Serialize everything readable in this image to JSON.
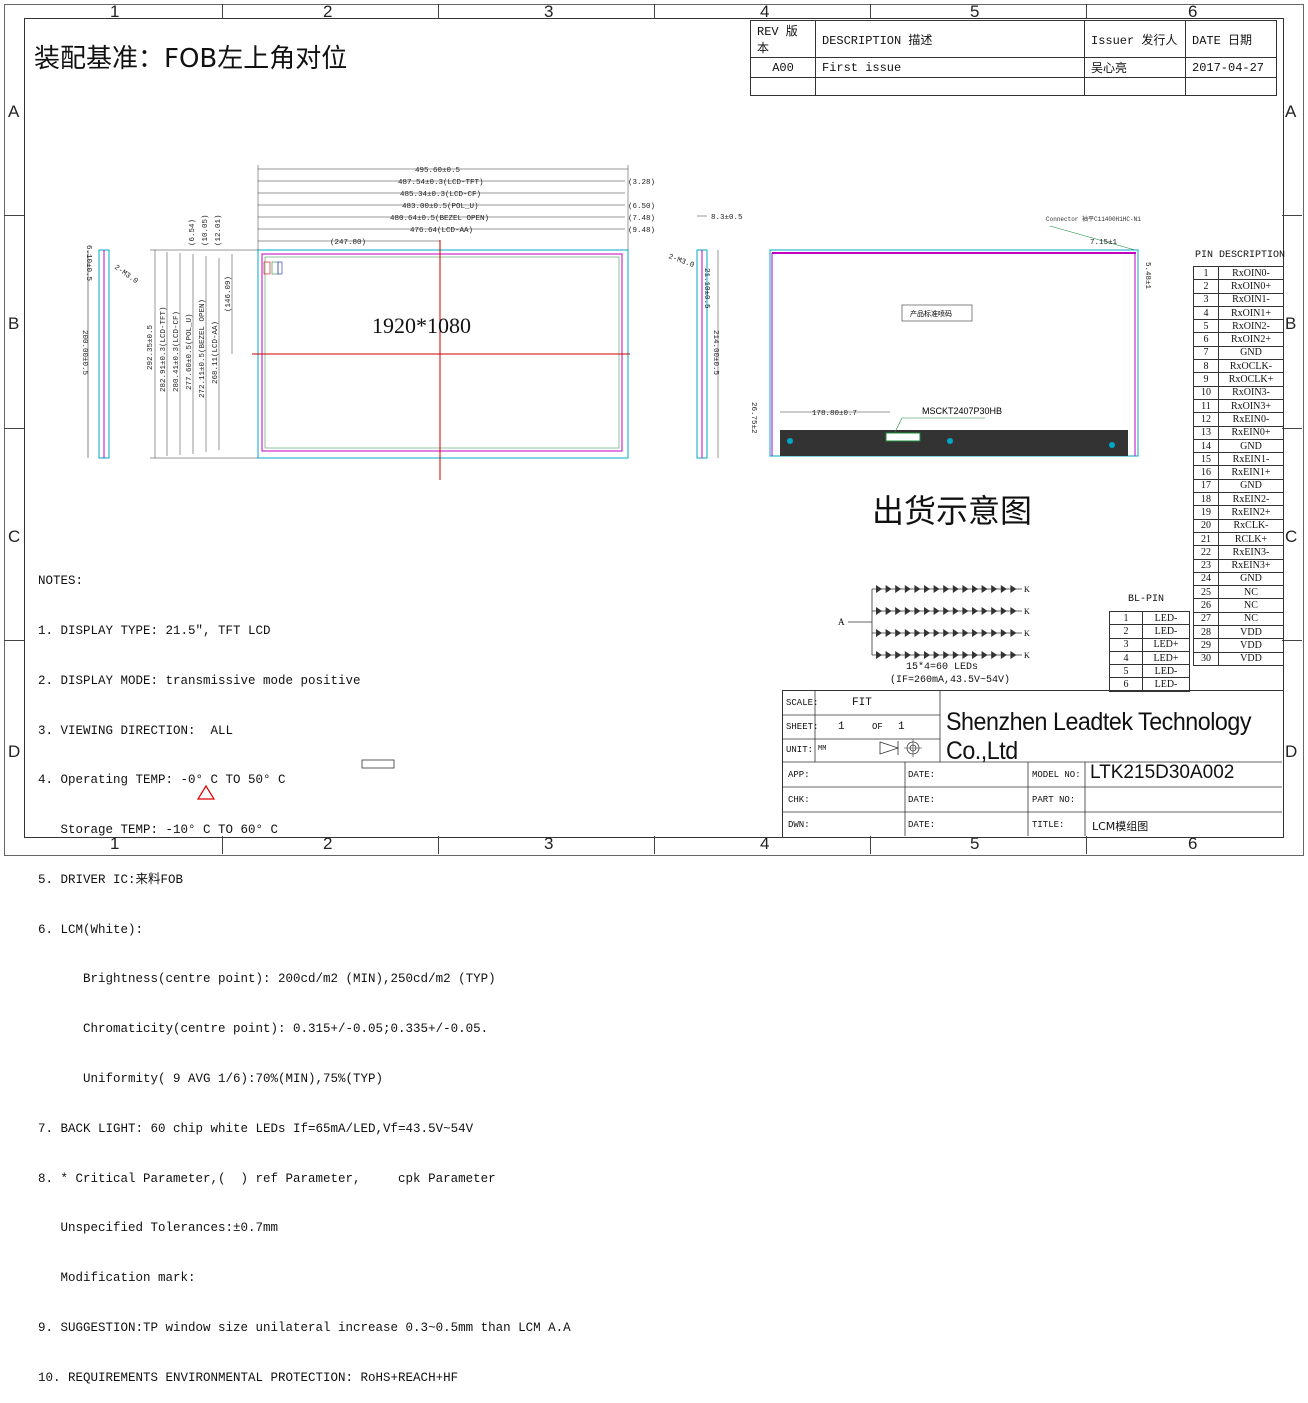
{
  "drawing": {
    "title_cn": "装配基准：FOB左上角对位",
    "resolution_label": "1920*1080",
    "shipping_label": "出货示意图",
    "connector_note": "Connector 袖平C11400H1HC-N1",
    "connector_part": "MSCKT2407P30HB",
    "barcode_label": "产品标准喷码",
    "led_count": "15*4=60 LEDs",
    "led_params": "(IF=260mA,43.5V~54V)",
    "led_anode": "A",
    "led_cathode": "K",
    "zone_cols": [
      "1",
      "2",
      "3",
      "4",
      "5",
      "6"
    ],
    "zone_rows": [
      "A",
      "B",
      "C",
      "D"
    ]
  },
  "front_dims": {
    "horizontal": [
      "495.60±0.5",
      "487.54±0.3(LCD-TFT)",
      "485.34±0.3(LCD-CF)",
      "483.00±0.5(POL_U)",
      "480.64±0.5(BEZEL OPEN)",
      "476.64(LCD-AA)"
    ],
    "right_refs": [
      "(3.28)",
      "(6.50)",
      "(7.48)",
      "(9.48)"
    ],
    "center_ref": "(247.80)",
    "vertical": [
      "292.35±0.5",
      "282.91±0.3(LCD-TFT)",
      "280.41±0.3(LCD-CF)",
      "277.60±0.5(POL_U)",
      "272.11±0.5(BEZEL OPEN)",
      "268.11(LCD-AA)"
    ],
    "top_refs": [
      "(12.01)",
      "(10.05)",
      "(6.54)"
    ],
    "mid_ref": "(146.09)"
  },
  "side_dims": {
    "left_thickness": "6.10±0.5",
    "left_hole": "2-M3.0",
    "left_height": "200.00±0.5",
    "right_thickness": "8.3±0.5",
    "right_hole": "2-M3.0",
    "right_a": "21.10±0.5",
    "right_b": "214.00±0.5"
  },
  "back_dims": {
    "conn_x": "7.15±1",
    "conn_y": "5.48±1",
    "conn_pos": "178.80±0.7",
    "conn_height": "26.75±2"
  },
  "revision": {
    "headers": [
      "REV 版本",
      "DESCRIPTION 描述",
      "Issuer 发行人",
      "DATE  日期"
    ],
    "row": [
      "A00",
      "First issue",
      "吴心亮",
      "2017-04-27"
    ]
  },
  "notes": [
    "NOTES:",
    "1. DISPLAY TYPE: 21.5″, TFT LCD",
    "2. DISPLAY MODE: transmissive mode positive",
    "3. VIEWING DIRECTION:  ALL",
    "4. Operating TEMP: -0° C TO 50° C",
    "   Storage TEMP: -10° C TO 60° C",
    "5. DRIVER IC:来料FOB",
    "6. LCM(White):",
    "      Brightness(centre point): 200cd/m2 (MIN),250cd/m2 (TYP)",
    "      Chromaticity(centre point): 0.315+/-0.05;0.335+/-0.05.",
    "      Uniformity( 9 AVG 1/6):70%(MIN),75%(TYP)",
    "7. BACK LIGHT: 60 chip white LEDs If=65mA/LED,Vf=43.5V~54V",
    "8. * Critical Parameter,(  ) ref Parameter,     cpk Parameter",
    "   Unspecified Tolerances:±0.7mm",
    "   Modification mark:",
    "9. SUGGESTION:TP window size unilateral increase 0.3~0.5mm than LCM A.A",
    "10. REQUIREMENTS ENVIRONMENTAL PROTECTION: RoHS+REACH+HF"
  ],
  "pin_table": {
    "title": "PIN DESCRIPTION",
    "pins": [
      [
        "1",
        "RxOIN0-"
      ],
      [
        "2",
        "RxOIN0+"
      ],
      [
        "3",
        "RxOIN1-"
      ],
      [
        "4",
        "RxOIN1+"
      ],
      [
        "5",
        "RxOIN2-"
      ],
      [
        "6",
        "RxOIN2+"
      ],
      [
        "7",
        "GND"
      ],
      [
        "8",
        "RxOCLK-"
      ],
      [
        "9",
        "RxOCLK+"
      ],
      [
        "10",
        "RxOIN3-"
      ],
      [
        "11",
        "RxOIN3+"
      ],
      [
        "12",
        "RxEIN0-"
      ],
      [
        "13",
        "RxEIN0+"
      ],
      [
        "14",
        "GND"
      ],
      [
        "15",
        "RxEIN1-"
      ],
      [
        "16",
        "RxEIN1+"
      ],
      [
        "17",
        "GND"
      ],
      [
        "18",
        "RxEIN2-"
      ],
      [
        "19",
        "RxEIN2+"
      ],
      [
        "20",
        "RxCLK-"
      ],
      [
        "21",
        "RCLK+"
      ],
      [
        "22",
        "RxEIN3-"
      ],
      [
        "23",
        "RxEIN3+"
      ],
      [
        "24",
        "GND"
      ],
      [
        "25",
        "NC"
      ],
      [
        "26",
        "NC"
      ],
      [
        "27",
        "NC"
      ],
      [
        "28",
        "VDD"
      ],
      [
        "29",
        "VDD"
      ],
      [
        "30",
        "VDD"
      ]
    ]
  },
  "bl_table": {
    "title": "BL-PIN",
    "pins": [
      [
        "1",
        "LED-"
      ],
      [
        "2",
        "LED-"
      ],
      [
        "3",
        "LED+"
      ],
      [
        "4",
        "LED+"
      ],
      [
        "5",
        "LED-"
      ],
      [
        "6",
        "LED-"
      ]
    ]
  },
  "title_block": {
    "scale_label": "SCALE:",
    "scale_value": "FIT",
    "sheet_label": "SHEET:",
    "sheet_value": "1",
    "sheet_of": "OF",
    "sheet_total": "1",
    "unit_label": "UNIT:",
    "unit_value": "MM",
    "company": "Shenzhen Leadtek Technology Co.,Ltd",
    "app_label": "APP:",
    "chk_label": "CHK:",
    "dwn_label": "DWN:",
    "date_label": "DATE:",
    "model_label": "MODEL NO:",
    "model_value": "LTK215D30A002",
    "part_label": "PART NO:",
    "title_label": "TITLE:",
    "title_value": "LCM模组图"
  },
  "colors": {
    "outline": "#222222",
    "panel_magenta": "#c000c0",
    "panel_cyan": "#00a8c8",
    "center_red": "#d00000",
    "connector_green": "#1a8a3a",
    "warning_red": "#dd0000"
  }
}
